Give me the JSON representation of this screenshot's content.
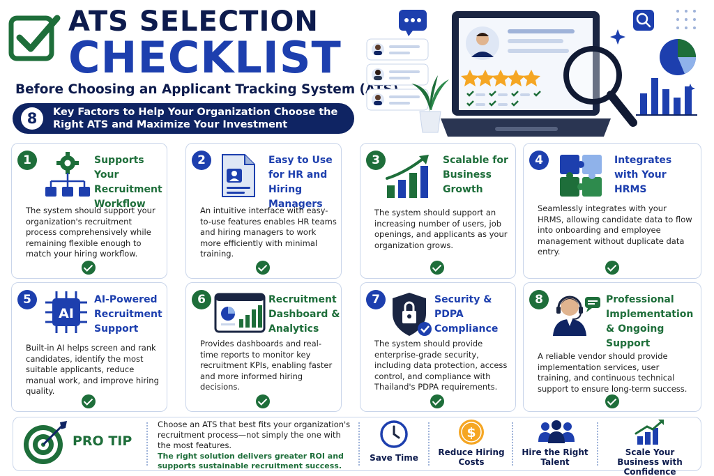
{
  "header": {
    "title_line1": "ATS SELECTION",
    "title_line2": "CHECKLIST",
    "subtitle": "Before Choosing an Applicant Tracking System (ATS)",
    "banner_number": "8",
    "banner_text": "Key Factors to Help Your Organization Choose the Right ATS and Maximize Your Investment"
  },
  "cards": [
    {
      "number": "1",
      "title": "Supports Your Recruitment Workflow",
      "body": "The system should support your organization's recruitment process comprehensively while remaining flexible enough to match your hiring workflow.",
      "icon": "workflow-gear-icon"
    },
    {
      "number": "2",
      "title": "Easy to Use for HR and Hiring Managers",
      "body": "An intuitive interface with easy-to-use features enables HR teams and hiring managers to work more efficiently with minimal training.",
      "icon": "resume-document-icon"
    },
    {
      "number": "3",
      "title": "Scalable for Business Growth",
      "body": "The system should support an increasing number of users, job openings, and applicants as your organization grows.",
      "icon": "growth-chart-icon"
    },
    {
      "number": "4",
      "title": "Integrates with Your HRMS",
      "body": "Seamlessly integrates with your HRMS, allowing candidate data to flow into onboarding and employee management without duplicate data entry.",
      "icon": "puzzle-icon"
    },
    {
      "number": "5",
      "title": "AI-Powered Recruitment Support",
      "body": "Built-in AI helps screen and rank candidates, identify the most suitable applicants, reduce manual work, and improve hiring quality.",
      "icon": "ai-chip-icon"
    },
    {
      "number": "6",
      "title": "Recruitment Dashboard & Analytics",
      "body": "Provides dashboards and real-time reports to monitor key recruitment KPIs, enabling faster and more informed hiring decisions.",
      "icon": "dashboard-icon"
    },
    {
      "number": "7",
      "title": "Security & PDPA Compliance",
      "body": "The system should provide enterprise-grade security, including data protection, access control, and compliance with Thailand's PDPA requirements.",
      "icon": "security-shield-icon"
    },
    {
      "number": "8",
      "title": "Professional Implementation & Ongoing Support",
      "body": "A reliable vendor should provide implementation services, user training, and continuous technical support to ensure long-term success.",
      "icon": "support-agent-icon"
    }
  ],
  "pro_tip": {
    "label": "PRO TIP",
    "text": "Choose an ATS that best fits your organization's recruitment process—not simply the one with the most features.",
    "highlight": "The right solution delivers greater ROI and supports sustainable recruitment success."
  },
  "benefits": [
    {
      "label": "Save Time",
      "icon": "clock-icon"
    },
    {
      "label": "Reduce Hiring Costs",
      "icon": "dollar-coin-icon"
    },
    {
      "label": "Hire the Right Talent",
      "icon": "team-icon"
    },
    {
      "label": "Scale Your Business with Confidence",
      "icon": "growth-bars-icon"
    }
  ],
  "colors": {
    "navy": "#0f2463",
    "blue": "#1d3fae",
    "green": "#1e6e3a",
    "gold": "#f5a623"
  }
}
